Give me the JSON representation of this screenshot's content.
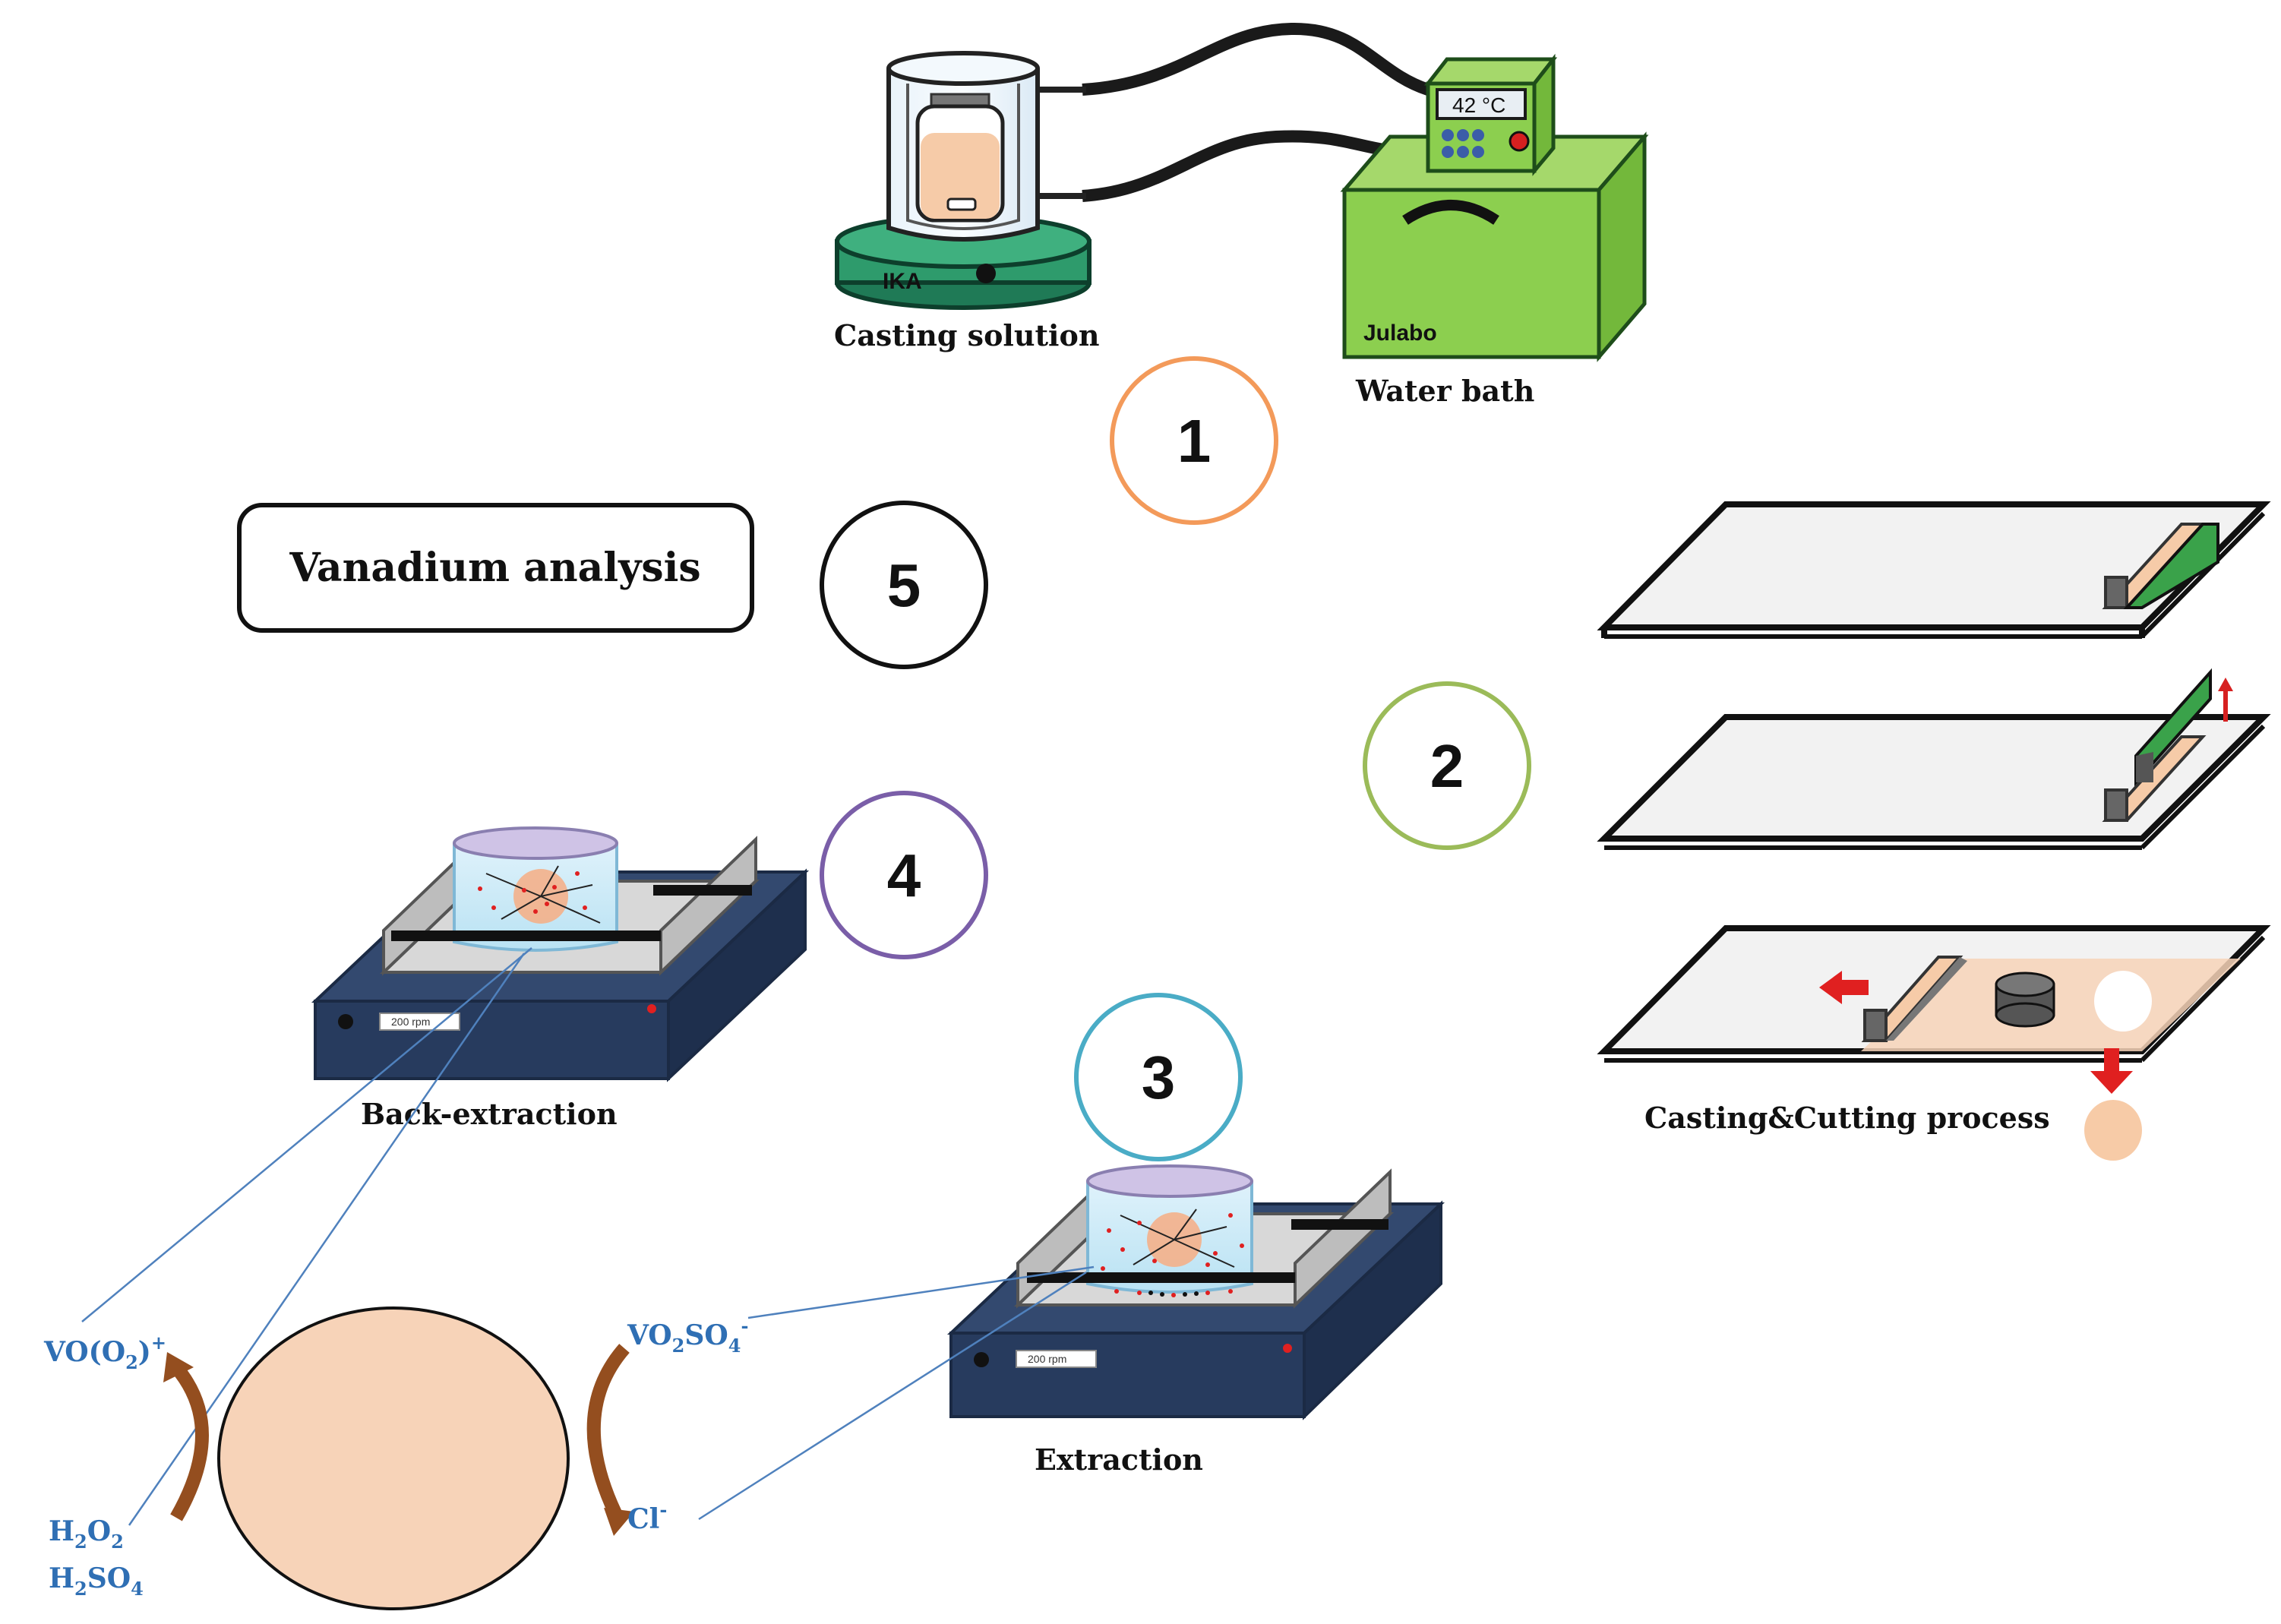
{
  "labels": {
    "casting_solution": "Casting solution",
    "water_bath": "Water bath",
    "casting_cutting": "Casting&Cutting process",
    "back_extraction": "Back-extraction",
    "extraction": "Extraction",
    "vanadium_analysis": "Vanadium analysis"
  },
  "steps": {
    "s1": "1",
    "s2": "2",
    "s3": "3",
    "s4": "4",
    "s5": "5"
  },
  "step_colors": {
    "s1": "#f39a5a",
    "s2": "#9bbb59",
    "s3": "#4aacc6",
    "s4": "#7a5ea8",
    "s5": "#111111"
  },
  "devices": {
    "stirrer_brand": "IKA",
    "bath_brand": "Julabo",
    "temperature": "42 °C",
    "stir_speed_back": "200 rpm",
    "stir_speed_ext": "200 rpm"
  },
  "chemistry": {
    "vo_o2": {
      "base": "VO(O",
      "sub": "2",
      "close": ")",
      "sup": "+"
    },
    "h2o2": {
      "base": "H",
      "sub1": "2",
      "mid": "O",
      "sub2": "2"
    },
    "h2so4": {
      "base": "H",
      "sub1": "2",
      "mid": "SO",
      "sub2": "4"
    },
    "vo2so4": {
      "base": "VO",
      "sub1": "2",
      "mid": "SO",
      "sub2": "4",
      "sup": "-"
    },
    "cl": {
      "base": "Cl",
      "sup": "-"
    }
  }
}
